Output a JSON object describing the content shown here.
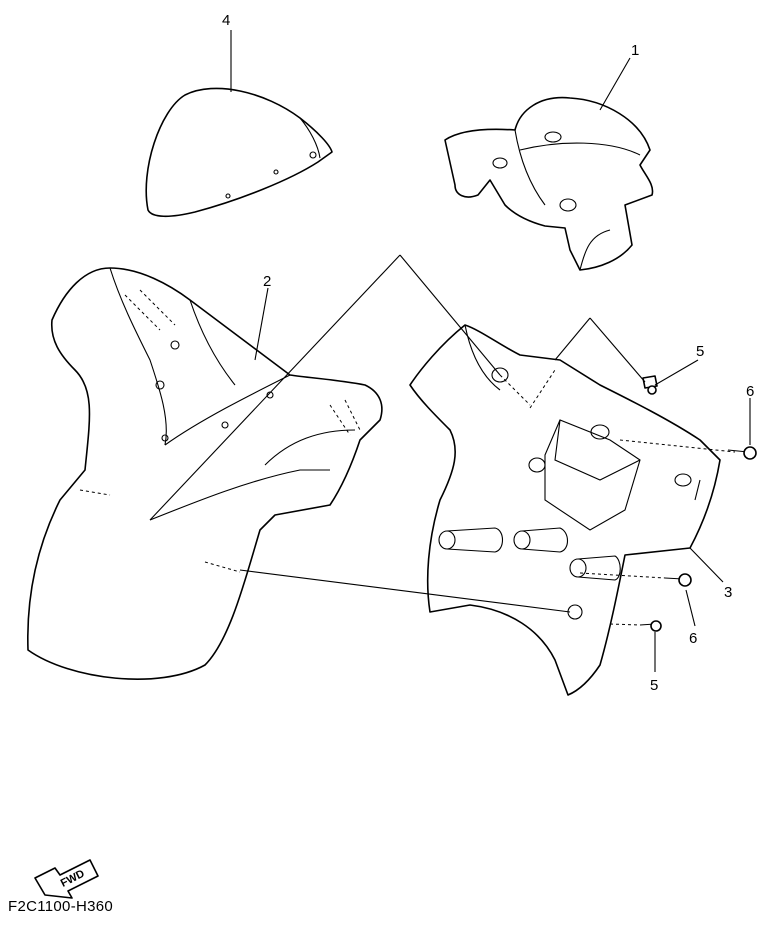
{
  "diagram": {
    "callouts": [
      "1",
      "2",
      "3",
      "4",
      "5",
      "6",
      "5",
      "6"
    ],
    "direction_arrow": "FWD",
    "figure_code": "F2C1100-H360"
  }
}
